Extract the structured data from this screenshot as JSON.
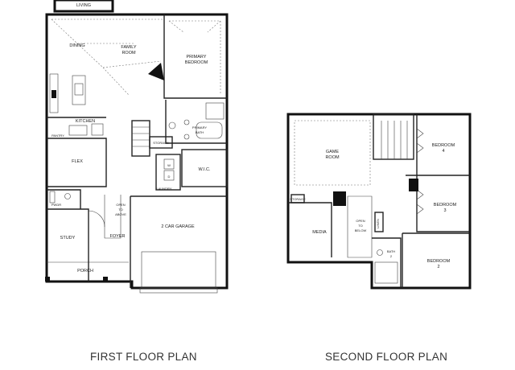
{
  "first_floor": {
    "caption": "FIRST FLOOR PLAN",
    "rooms": {
      "living": "LIVING",
      "dining": "DINING",
      "family_room_1": "FAMILY",
      "family_room_2": "ROOM",
      "primary_bedroom_1": "PRIMARY",
      "primary_bedroom_2": "BEDROOM",
      "kitchen": "KITCHEN",
      "pantry": "PANTRY",
      "primary_bath_1": "PRIMARY",
      "primary_bath_2": "BATH",
      "storage": "STORAGE",
      "flex": "FLEX",
      "wic": "W.I.C.",
      "laundry": "LAUNDRY",
      "washer": "W",
      "dryer": "D",
      "powder": "PWDR",
      "open_below_1": "OPEN",
      "open_below_2": "TO",
      "open_below_3": "ABOVE",
      "garage": "2 CAR GARAGE",
      "study": "STUDY",
      "foyer": "FOYER",
      "porch": "PORCH"
    }
  },
  "second_floor": {
    "caption": "SECOND FLOOR PLAN",
    "rooms": {
      "game_room_1": "GAME",
      "game_room_2": "ROOM",
      "bedroom4_1": "BEDROOM",
      "bedroom4_2": "4",
      "bedroom3_1": "BEDROOM",
      "bedroom3_2": "3",
      "bedroom2_1": "BEDROOM",
      "bedroom2_2": "2",
      "media": "MEDIA",
      "open_below_1": "OPEN",
      "open_below_2": "TO",
      "open_below_3": "BELOW",
      "storage": "STORAGE",
      "linen": "LINEN",
      "bath2_1": "BATH",
      "bath2_2": "2"
    }
  }
}
